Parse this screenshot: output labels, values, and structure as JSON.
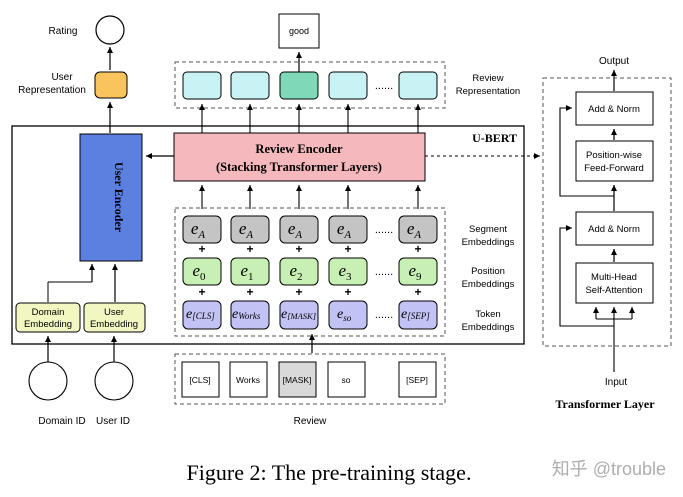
{
  "left": {
    "rating": "Rating",
    "user_repr": [
      "User",
      "Representation"
    ],
    "user_encoder": "User Encoder",
    "domain_emb": [
      "Domain",
      "Embedding"
    ],
    "user_emb": [
      "User",
      "Embedding"
    ],
    "domain_id": "Domain ID",
    "user_id": "User ID"
  },
  "top": {
    "good": "good",
    "review_repr": [
      "Review",
      "Representation"
    ],
    "dots": "......"
  },
  "ubert_title": "U-BERT",
  "review_encoder": {
    "title": "Review Encoder",
    "subtitle": "(Stacking Transformer Layers)"
  },
  "embeddings": {
    "segment": [
      "e",
      "A"
    ],
    "position": [
      [
        "e",
        "0"
      ],
      [
        "e",
        "1"
      ],
      [
        "e",
        "2"
      ],
      [
        "e",
        "3"
      ],
      [
        "e",
        "9"
      ]
    ],
    "token": [
      [
        "e",
        "[CLS]"
      ],
      [
        "e",
        "Works"
      ],
      [
        "e",
        "[MASK]"
      ],
      [
        "e",
        "so"
      ],
      [
        "e",
        "[SEP]"
      ]
    ],
    "labels": {
      "segment": [
        "Segment",
        "Embeddings"
      ],
      "position": [
        "Position",
        "Embeddings"
      ],
      "token": [
        "Token",
        "Embeddings"
      ]
    },
    "plus": "+",
    "dots": "......"
  },
  "review_tokens": [
    "[CLS]",
    "Works",
    "[MASK]",
    "so",
    "[SEP]"
  ],
  "review_label": "Review",
  "transformer": {
    "output": "Output",
    "add_norm": "Add & Norm",
    "ffn": [
      "Position-wise",
      "Feed-Forward"
    ],
    "mha": [
      "Multi-Head",
      "Self-Attention"
    ],
    "input": "Input",
    "caption": "Transformer Layer"
  },
  "figure_caption": "Figure 2: The pre-training stage.",
  "watermark": "知乎 @trouble",
  "colors": {
    "user_repr": "#f9c35e",
    "user_encoder": "#5b80e0",
    "review_encoder": "#f5b8bc",
    "review_cell": "#c9f2f5",
    "review_cell_hl": "#7fd8b8",
    "segment": "#c4c4c4",
    "position": "#c9f0b4",
    "token": "#c2c2f5",
    "domain_emb": "#f2f7c2",
    "mask_token": "#d9d9d9"
  }
}
